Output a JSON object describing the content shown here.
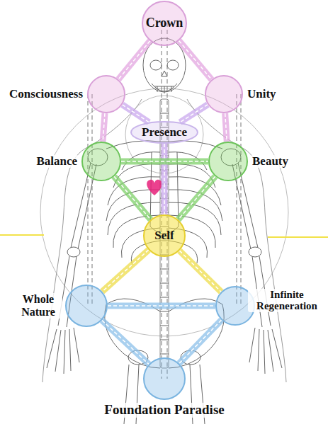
{
  "diagram": {
    "nodes": [
      {
        "text": [
          "Crown"
        ]
      },
      {
        "text": [
          "Consciousness"
        ]
      },
      {
        "text": [
          "Unity"
        ]
      },
      {
        "text": [
          "Presence"
        ]
      },
      {
        "text": [
          "Balance"
        ]
      },
      {
        "text": [
          "Beauty"
        ]
      },
      {
        "text": [
          "Self"
        ]
      },
      {
        "text": [
          "Whole Nature"
        ]
      },
      {
        "text": [
          "Infinite Regeneration"
        ]
      },
      {
        "text": [
          "Foundation Paradise"
        ]
      }
    ],
    "edges": [
      {
        "from": 0,
        "to": 1,
        "arrow": "none"
      },
      {
        "from": 0,
        "to": 2,
        "arrow": "none"
      },
      {
        "from": 1,
        "to": 3,
        "arrow": "none"
      },
      {
        "from": 2,
        "to": 3,
        "arrow": "none"
      },
      {
        "from": 1,
        "to": 4,
        "arrow": "none"
      },
      {
        "from": 2,
        "to": 5,
        "arrow": "none"
      },
      {
        "from": 3,
        "to": 6,
        "arrow": "none"
      },
      {
        "from": 4,
        "to": 5,
        "arrow": "none"
      },
      {
        "from": 4,
        "to": 6,
        "arrow": "none"
      },
      {
        "from": 5,
        "to": 6,
        "arrow": "none"
      },
      {
        "from": 6,
        "to": 7,
        "arrow": "none"
      },
      {
        "from": 6,
        "to": 8,
        "arrow": "none"
      },
      {
        "from": 7,
        "to": 8,
        "arrow": "none"
      },
      {
        "from": 7,
        "to": 9,
        "arrow": "none"
      },
      {
        "from": 8,
        "to": 9,
        "arrow": "none"
      }
    ]
  }
}
